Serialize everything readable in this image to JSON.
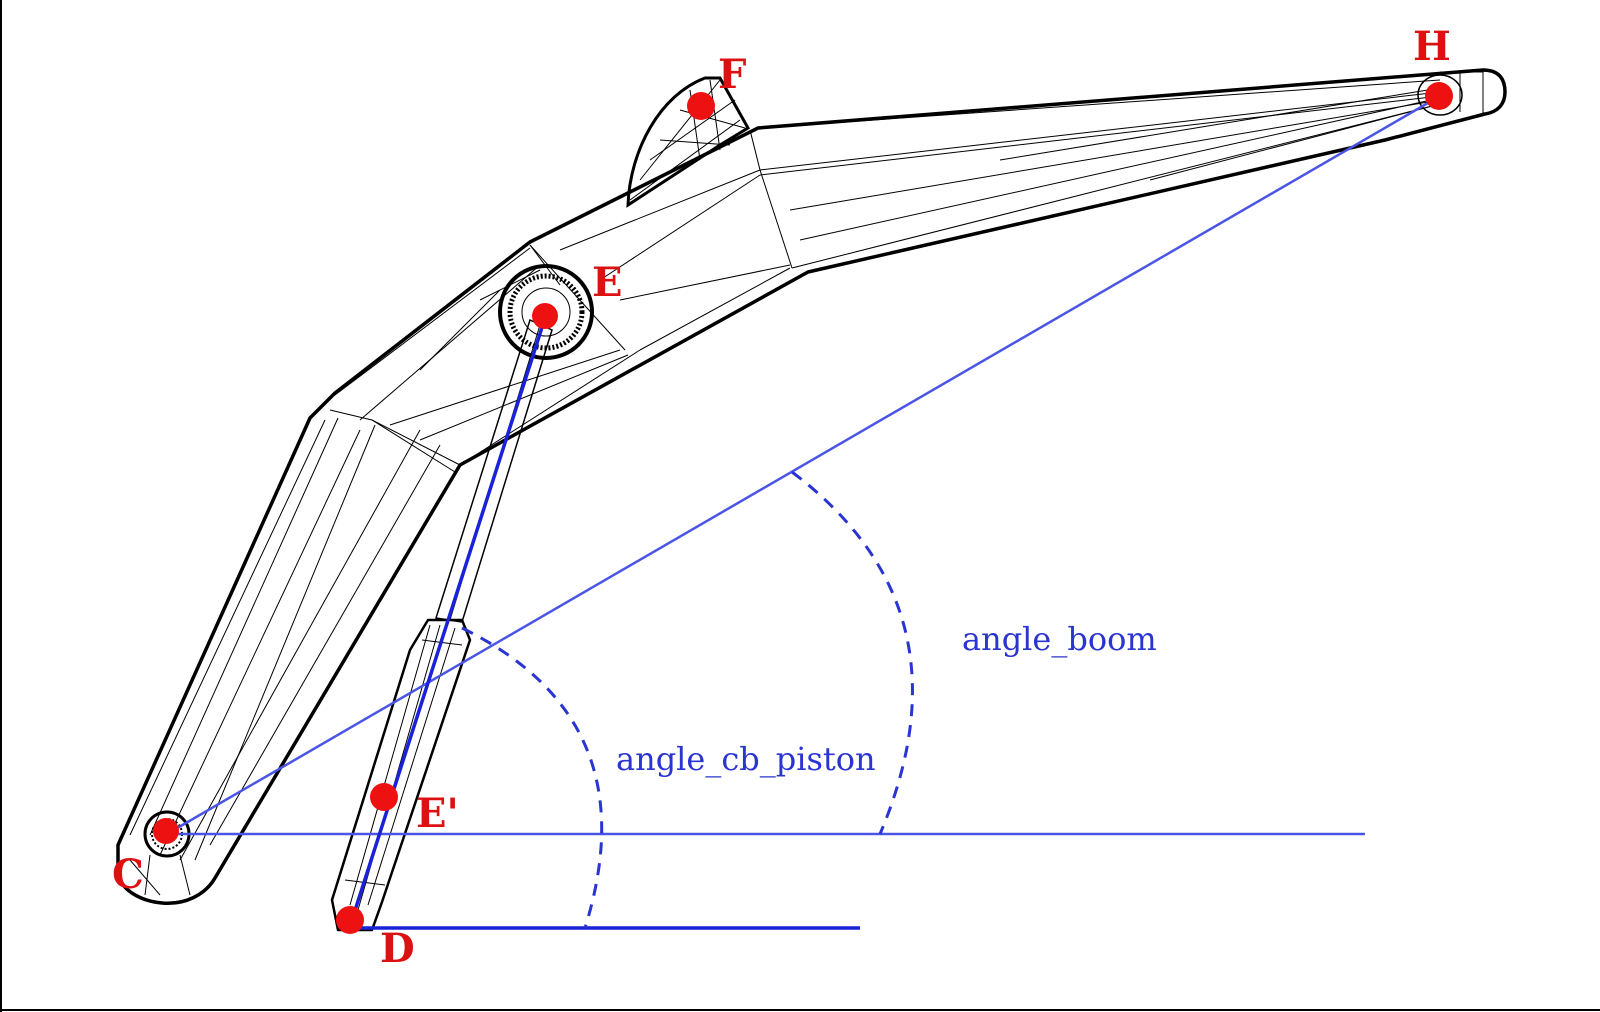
{
  "points": {
    "C": "C",
    "D": "D",
    "E": "E",
    "E_prime": "E'",
    "F": "F",
    "H": "H"
  },
  "angles": {
    "boom": "angle_boom",
    "cb_piston": "angle_cb_piston"
  },
  "colors": {
    "point": "#ee1111",
    "label": "#dd1111",
    "line": "#4a55e6",
    "piston_line": "#1a22d8",
    "arc": "#2a34d0",
    "wireframe": "#000000"
  }
}
